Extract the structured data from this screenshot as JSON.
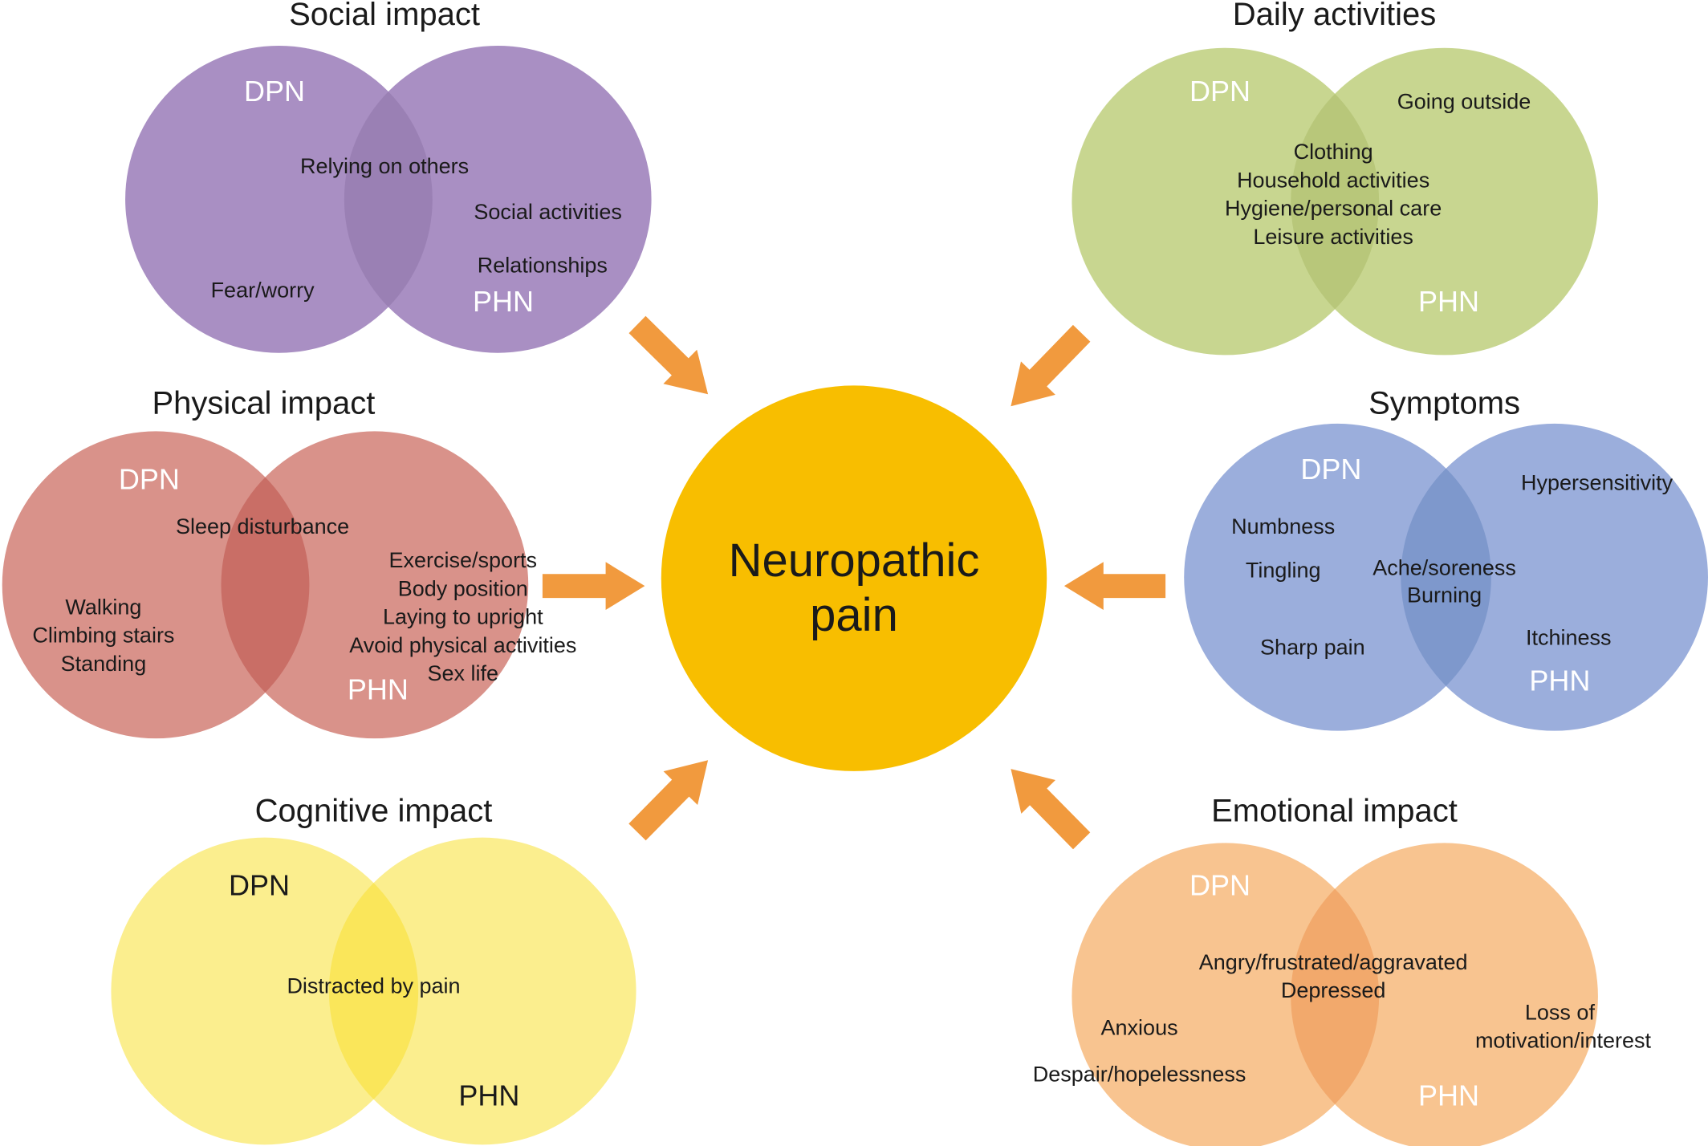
{
  "center": {
    "line1": "Neuropathic",
    "line2": "pain",
    "color": "#F8BE00"
  },
  "arrow_color": "#F19A3E",
  "groups": {
    "social": {
      "title": "Social impact",
      "color": "#A98FC3",
      "overlap_color": "#9A80B4",
      "dpn_label": "DPN",
      "phn_label": "PHN",
      "items": [
        "Relying on others",
        "Social activities",
        "Relationships",
        "Fear/worry"
      ]
    },
    "daily": {
      "title": "Daily activities",
      "color": "#C8D690",
      "overlap_color": "#B8C77A",
      "dpn_label": "DPN",
      "phn_label": "PHN",
      "items": [
        "Going outside",
        "Clothing",
        "Household activities",
        "Hygiene/personal care",
        "Leisure activities"
      ]
    },
    "physical": {
      "title": "Physical impact",
      "color": "#D9928A",
      "overlap_color": "#C96E66",
      "dpn_label": "DPN",
      "phn_label": "PHN",
      "items": [
        "Sleep disturbance",
        "Exercise/sports",
        "Body position",
        "Laying to upright",
        "Avoid physical activities",
        "Sex life",
        "Walking",
        "Climbing stairs",
        "Standing"
      ]
    },
    "symptoms": {
      "title": "Symptoms",
      "color": "#9BAEDC",
      "overlap_color": "#7E98CC",
      "dpn_label": "DPN",
      "phn_label": "PHN",
      "items": [
        "Hypersensitivity",
        "Numbness",
        "Tingling",
        "Ache/soreness",
        "Burning",
        "Itchiness",
        "Sharp pain"
      ]
    },
    "cognitive": {
      "title": "Cognitive impact",
      "color": "#FBEE8E",
      "overlap_color": "#FAE65A",
      "dpn_label": "DPN",
      "phn_label": "PHN",
      "items": [
        "Distracted by pain"
      ]
    },
    "emotional": {
      "title": "Emotional impact",
      "color": "#F8C490",
      "overlap_color": "#F2A96C",
      "dpn_label": "DPN",
      "phn_label": "PHN",
      "items": [
        "Angry/frustrated/aggravated",
        "Depressed",
        "Loss of",
        "motivation/interest",
        "Anxious",
        "Despair/hopelessness"
      ]
    }
  }
}
